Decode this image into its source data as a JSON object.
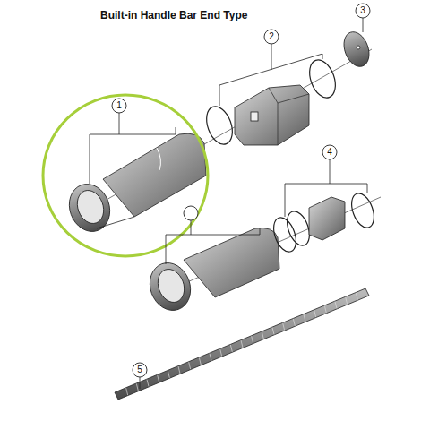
{
  "diagram": {
    "title": "Built-in Handle Bar End Type",
    "labels": [
      "1",
      "2",
      "3",
      "4",
      "5"
    ]
  }
}
